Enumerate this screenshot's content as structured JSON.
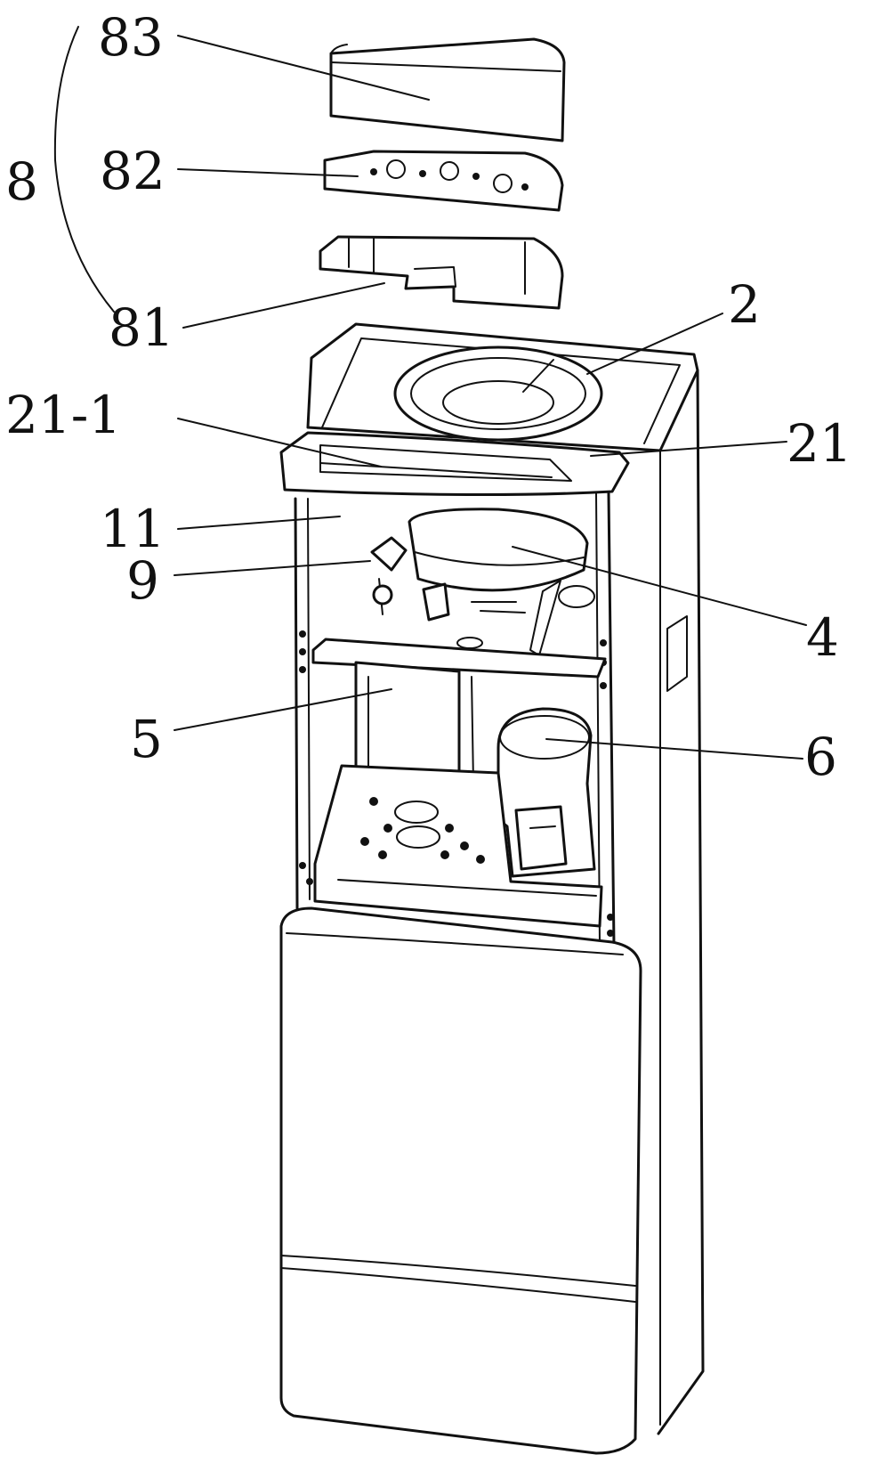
{
  "labels": {
    "l83": "83",
    "l82": "82",
    "l8": "8",
    "l81": "81",
    "l2": "2",
    "l21_1": "21-1",
    "l21": "21",
    "l11": "11",
    "l9": "9",
    "l4": "4",
    "l5": "5",
    "l6": "6"
  },
  "colors": {
    "ink": "#111111",
    "paper": "#ffffff"
  }
}
